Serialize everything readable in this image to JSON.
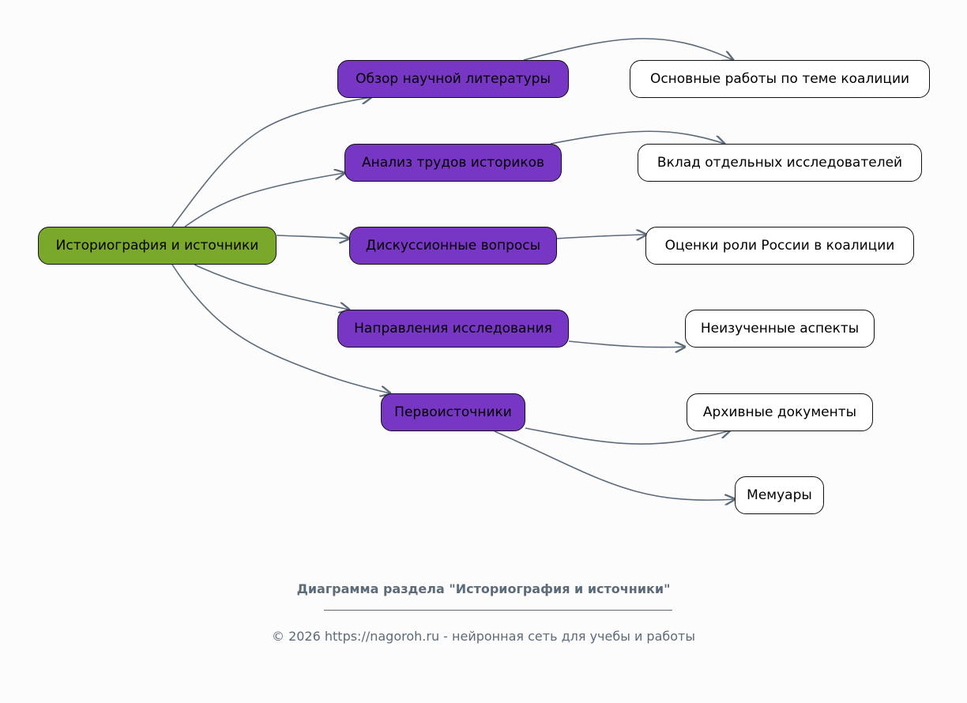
{
  "diagram": {
    "root": {
      "id": "root",
      "label": "Историография и источники"
    },
    "sections": [
      {
        "id": "s1",
        "label": "Обзор научной литературы"
      },
      {
        "id": "s2",
        "label": "Анализ трудов историков"
      },
      {
        "id": "s3",
        "label": "Дискуссионные вопросы"
      },
      {
        "id": "s4",
        "label": "Направления исследования"
      },
      {
        "id": "s5",
        "label": "Первоисточники"
      }
    ],
    "leaves": [
      {
        "id": "l1",
        "label": "Основные работы по теме коалиции"
      },
      {
        "id": "l2",
        "label": "Вклад отдельных исследователей"
      },
      {
        "id": "l3",
        "label": "Оценки роли России в коалиции"
      },
      {
        "id": "l4",
        "label": "Неизученные аспекты"
      },
      {
        "id": "l5",
        "label": "Архивные документы"
      },
      {
        "id": "l6",
        "label": "Мемуары"
      }
    ],
    "edges": [
      [
        "root",
        "s1"
      ],
      [
        "root",
        "s2"
      ],
      [
        "root",
        "s3"
      ],
      [
        "root",
        "s4"
      ],
      [
        "root",
        "s5"
      ],
      [
        "s1",
        "l1"
      ],
      [
        "s2",
        "l2"
      ],
      [
        "s3",
        "l3"
      ],
      [
        "s4",
        "l4"
      ],
      [
        "s5",
        "l5"
      ],
      [
        "s5",
        "l6"
      ]
    ],
    "colors": {
      "root": "#7aa82b",
      "section": "#7836c4",
      "leaf": "#ffffff",
      "edge": "#5c6b79"
    }
  },
  "caption": {
    "title": "Диаграмма раздела \"Историография и источники\"",
    "footer": "© 2026 https://nagoroh.ru - нейронная сеть для учебы и работы"
  }
}
